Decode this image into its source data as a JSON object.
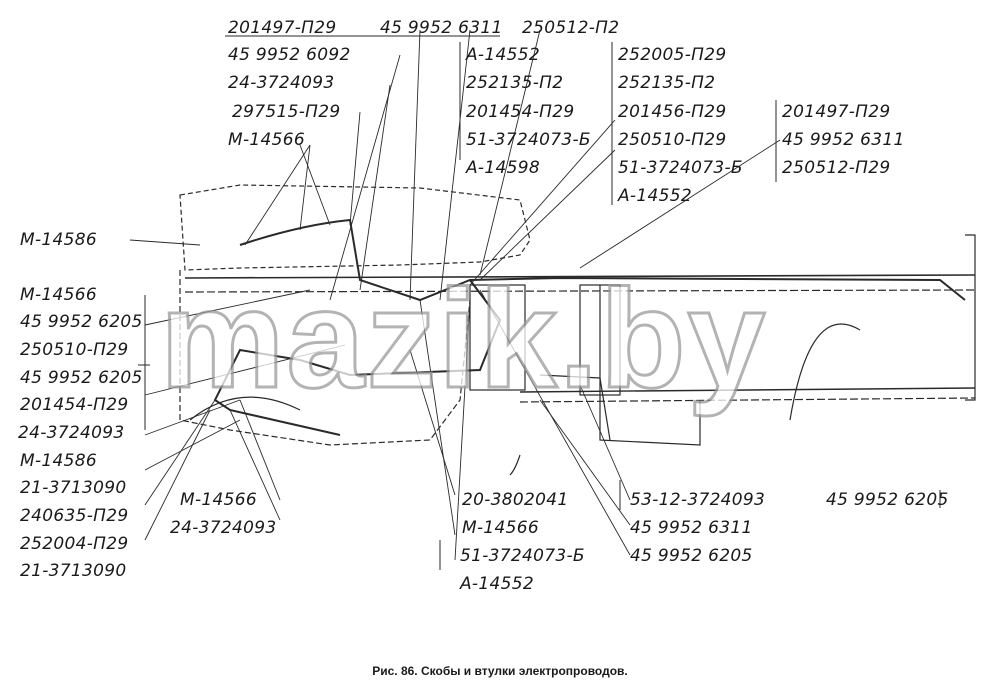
{
  "labels_top": [
    "201497-П29",
    "45 9952 6311",
    "250512-П2"
  ],
  "labels_left_top": [
    "45 9952 6092",
    "24-3724093",
    "297515-П29",
    "М-14566"
  ],
  "labels_center": [
    "А-14552",
    "252135-П2",
    "201454-П29",
    "51-3724073-Б",
    "А-14598"
  ],
  "labels_center_right": [
    "252005-П29",
    "252135-П2",
    "201456-П29",
    "250510-П29",
    "51-3724073-Б",
    "А-14552"
  ],
  "labels_right": [
    "201497-П29",
    "45 9952 6311",
    "250512-П29"
  ],
  "label_m14586_top": "М-14586",
  "labels_left": [
    "М-14566",
    "45 9952 6205",
    "250510-П29",
    "45 9952 6205",
    "201454-П29",
    "24-3724093",
    "М-14586",
    "21-3713090",
    "240635-П29",
    "252004-П29",
    "21-3713090"
  ],
  "labels_bottom_mid": [
    "М-14566",
    "24-3724093"
  ],
  "labels_bottom_center": [
    "20-3802041",
    "М-14566",
    "51-3724073-Б",
    "А-14552"
  ],
  "labels_bottom_right": [
    "53-12-3724093",
    "45 9952 6311",
    "45 9952 6205"
  ],
  "label_far_right": "45 9952 6205",
  "watermark": "mazik.by",
  "caption": "Рис. 86. Скобы и втулки электропроводов."
}
